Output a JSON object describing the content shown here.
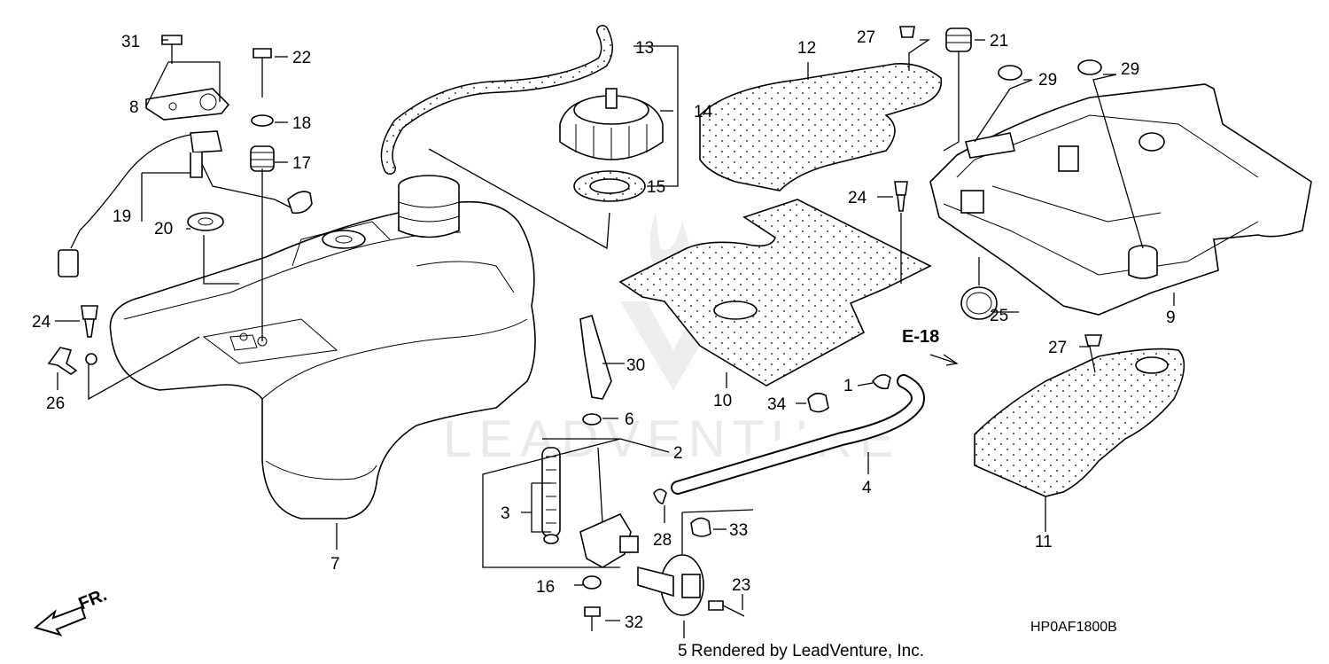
{
  "callouts": [
    {
      "id": "c31",
      "text": "31"
    },
    {
      "id": "c22",
      "text": "22"
    },
    {
      "id": "c8",
      "text": "8"
    },
    {
      "id": "c18",
      "text": "18"
    },
    {
      "id": "c17",
      "text": "17"
    },
    {
      "id": "c19",
      "text": "19"
    },
    {
      "id": "c20",
      "text": "20"
    },
    {
      "id": "c24a",
      "text": "24"
    },
    {
      "id": "c26",
      "text": "26"
    },
    {
      "id": "c13",
      "text": "13"
    },
    {
      "id": "c14",
      "text": "14"
    },
    {
      "id": "c15",
      "text": "15"
    },
    {
      "id": "c12",
      "text": "12"
    },
    {
      "id": "c27a",
      "text": "27"
    },
    {
      "id": "c21",
      "text": "21"
    },
    {
      "id": "c29a",
      "text": "29"
    },
    {
      "id": "c29b",
      "text": "29"
    },
    {
      "id": "c24b",
      "text": "24"
    },
    {
      "id": "c25",
      "text": "25"
    },
    {
      "id": "c9",
      "text": "9"
    },
    {
      "id": "c27b",
      "text": "27"
    },
    {
      "id": "c30",
      "text": "30"
    },
    {
      "id": "c10",
      "text": "10"
    },
    {
      "id": "c34",
      "text": "34"
    },
    {
      "id": "c1",
      "text": "1"
    },
    {
      "id": "c6",
      "text": "6"
    },
    {
      "id": "c2",
      "text": "2"
    },
    {
      "id": "c4",
      "text": "4"
    },
    {
      "id": "c11",
      "text": "11"
    },
    {
      "id": "c3",
      "text": "3"
    },
    {
      "id": "c28",
      "text": "28"
    },
    {
      "id": "c33",
      "text": "33"
    },
    {
      "id": "c7",
      "text": "7"
    },
    {
      "id": "c16",
      "text": "16"
    },
    {
      "id": "c23",
      "text": "23"
    },
    {
      "id": "c32",
      "text": "32"
    },
    {
      "id": "c5",
      "text": "5"
    }
  ],
  "reference_label": "E-18",
  "direction_label": "FR.",
  "credit": "Rendered by LeadVenture, Inc.",
  "diagram_code": "HP0AF1800B",
  "watermark": "LEADVENTURE"
}
